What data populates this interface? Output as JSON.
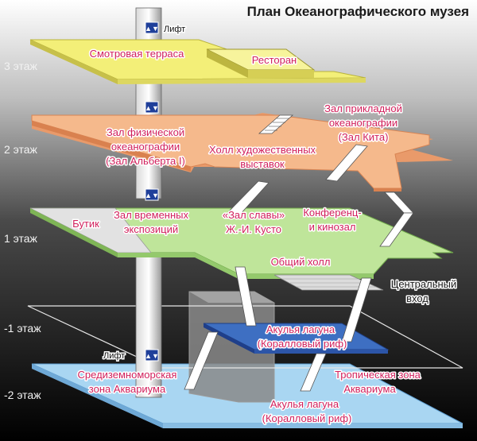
{
  "title": "План Океанографического музея",
  "floors": {
    "f3": "3 этаж",
    "f2": "2 этаж",
    "f1": "1 этаж",
    "fm1": "-1 этаж",
    "fm2": "-2 этаж"
  },
  "lift": {
    "top": "Лифт",
    "bottom": "Лифт"
  },
  "rooms": {
    "terrace": "Смотровая терраса",
    "restaurant": "Ресторан",
    "applied": [
      "Зал прикладной",
      "океанографии",
      "(Зал Кита)"
    ],
    "physical": [
      "Зал физической",
      "океанографии",
      "(Зал Альберта I)"
    ],
    "art_hall": [
      "Холл художественных",
      "выставок"
    ],
    "boutique": "Бутик",
    "temporary": [
      "Зал временных",
      "экспозиций"
    ],
    "glory": [
      "«Зал славы»",
      "Ж.-И. Кусто"
    ],
    "conference": [
      "Конференц-",
      "и кинозал"
    ],
    "common_hall": "Общий холл",
    "entrance": [
      "Центральный",
      "вход"
    ],
    "shark_lagoon_m1": [
      "Акулья лагуна",
      "(Коралловый риф)"
    ],
    "mediterranean": [
      "Средиземноморская",
      "зона Аквариума"
    ],
    "tropical": [
      "Тропическая зона",
      "Аквариума"
    ],
    "shark_lagoon_m2": [
      "Акулья лагуна",
      "(Коралловый риф)"
    ]
  },
  "icons": {
    "lift_badge": "lift-badge-icon"
  },
  "colors": {
    "terrace": "#f3ef78",
    "floor2": "#f5b98c",
    "floor1": "#bfe59a",
    "basement2": "#a9d6f2",
    "lagoon": "#3e6fc2",
    "label_pink": "#d1205c"
  }
}
